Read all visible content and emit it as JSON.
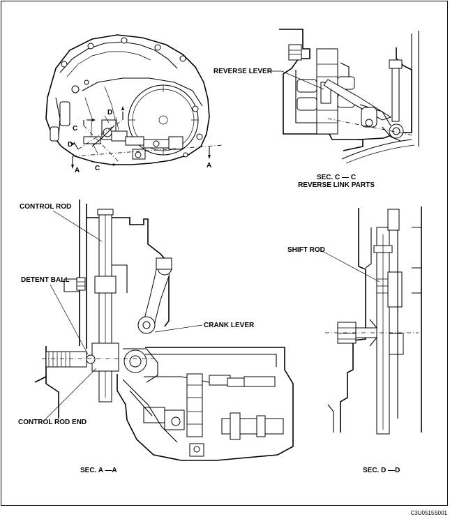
{
  "diagram": {
    "top_left_markers": {
      "a_left": "A",
      "a_right": "A",
      "c_top": "C",
      "c_bottom": "C",
      "d_top": "D",
      "d_left": "D"
    },
    "sec_cc": {
      "callout": "REVERSE LEVER",
      "caption_line1": "SEC. C — C",
      "caption_line2": "REVERSE LINK PARTS"
    },
    "sec_aa": {
      "callouts": {
        "control_rod": "CONTROL ROD",
        "detent_ball": "DETENT BALL",
        "crank_lever": "CRANK LEVER",
        "control_rod_end": "CONTROL ROD END"
      },
      "caption": "SEC. A —A"
    },
    "sec_dd": {
      "callout": "SHIFT ROD",
      "caption": "SEC. D —D"
    },
    "figure_code": "C3U0515S001"
  }
}
